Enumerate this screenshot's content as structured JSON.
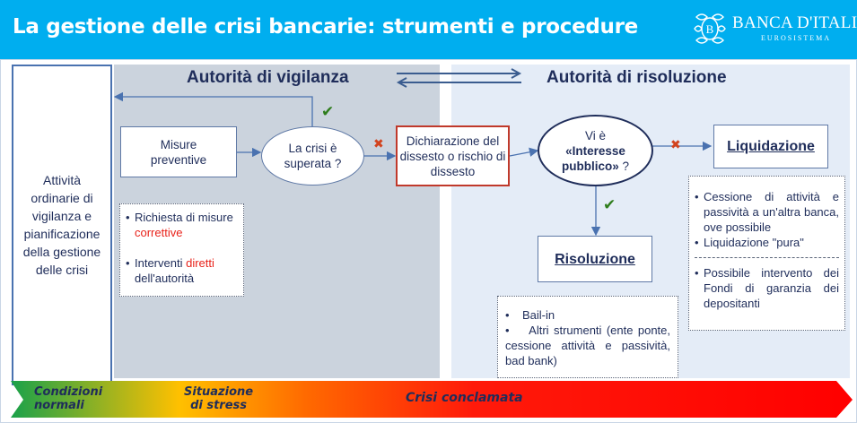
{
  "header": {
    "title": "La gestione delle crisi bancarie: strumenti e procedure",
    "logo": {
      "icon": "banca-italia-emblem-icon",
      "name": "BANCA D'ITALIA",
      "subtitle": "EUROSISTEMA"
    },
    "background_color": "#00aeef"
  },
  "left_column": {
    "text": "Attività ordinarie di vigilanza e pianificazione della gestione delle crisi"
  },
  "sections": {
    "vigilanza": {
      "title": "Autorità di vigilanza",
      "background_color": "#cbd3dd"
    },
    "risoluzione": {
      "title": "Autorità di risoluzione",
      "background_color": "#e4ecf7"
    }
  },
  "nodes": {
    "misure_preventive": "Misure preventive",
    "crisi_superata": "La crisi è superata ?",
    "dichiarazione": "Dichiarazione del dissesto o rischio di dissesto",
    "interesse_pubblico": {
      "line1": "Vi è",
      "line2": "«Interesse",
      "line3": "pubblico»",
      "suffix": " ?"
    },
    "liquidazione": "Liquidazione",
    "risoluzione": "Risoluzione"
  },
  "markers": {
    "yes": "✔",
    "no": "✖"
  },
  "notes": {
    "vigilanza": [
      {
        "before": "Richiesta di misure ",
        "highlight": "correttive",
        "after": ""
      },
      {
        "before": "Interventi ",
        "highlight": "diretti",
        "after": " dell'autorità"
      }
    ],
    "risoluzione": [
      "Bail-in",
      "Altri strumenti (ente ponte, cessione attività e passività, bad bank)"
    ],
    "liquidazione": {
      "top": [
        "Cessione di attività e passività a un'altra banca, ove possibile",
        "Liquidazione \"pura\""
      ],
      "bottom": [
        "Possibile intervento dei Fondi di garanzia dei depositanti"
      ]
    }
  },
  "timeline": {
    "stages": [
      {
        "label_line1": "Condizioni",
        "label_line2": "normali"
      },
      {
        "label_line1": "Situazione",
        "label_line2": "di stress"
      },
      {
        "label_line1": "Crisi conclamata",
        "label_line2": ""
      }
    ],
    "colors": [
      "#1aa14a",
      "#ffc000",
      "#ff6a00",
      "#ff1a0a",
      "#ff0000"
    ]
  }
}
